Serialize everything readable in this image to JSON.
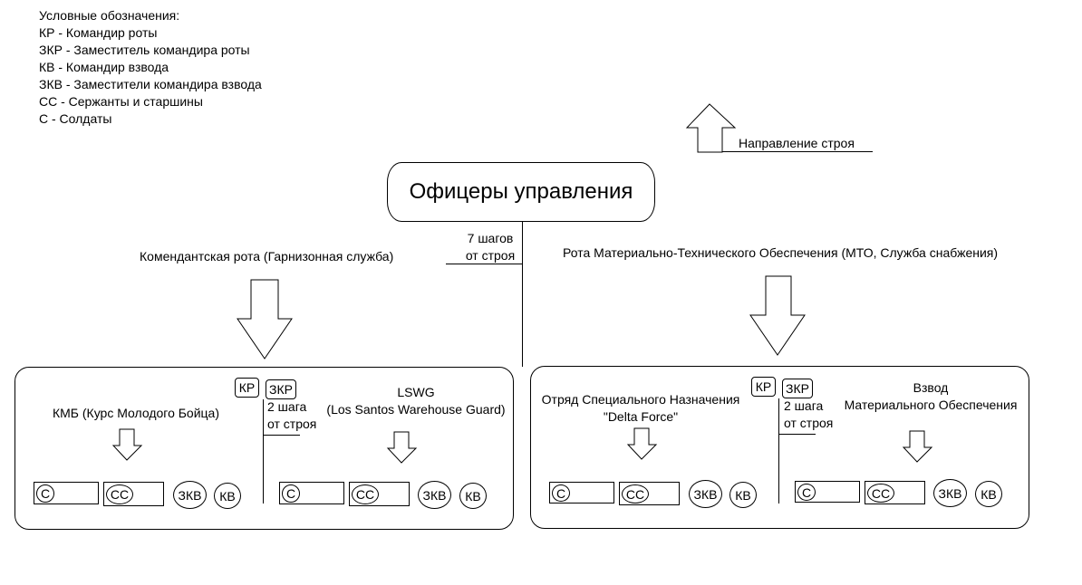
{
  "legend": {
    "title": "Условные обозначения:",
    "items": [
      "КР - Командир роты",
      "ЗКР - Заместитель командира роты",
      "КВ - Командир взвода",
      "ЗКВ - Заместители командира взвода",
      "СС - Сержанты и старшины",
      "С - Солдаты"
    ]
  },
  "direction_label": "Направление строя",
  "officers_label": "Офицеры управления",
  "steps_main": {
    "line1": "7 шагов",
    "line2": "от строя"
  },
  "left_company": {
    "title": "Комендантская рота (Гарнизонная служба)",
    "kr": "КР",
    "zkr": "ЗКР",
    "steps": {
      "line1": "2 шага",
      "line2": "от строя"
    },
    "units": [
      {
        "name_line1": "КМБ (Курс Молодого Бойца)",
        "name_line2": "",
        "s": "С",
        "ss": "СС",
        "zkv": "ЗКВ",
        "kv": "КВ"
      },
      {
        "name_line1": "LSWG",
        "name_line2": "(Los Santos Warehouse Guard)",
        "s": "С",
        "ss": "СС",
        "zkv": "ЗКВ",
        "kv": "КВ"
      }
    ]
  },
  "right_company": {
    "title": "Рота Материально-Технического Обеспечения (МТО, Служба снабжения)",
    "kr": "КР",
    "zkr": "ЗКР",
    "steps": {
      "line1": "2 шага",
      "line2": "от строя"
    },
    "units": [
      {
        "name_line1": "Отряд Специального Назначения",
        "name_line2": "\"Delta Force\"",
        "s": "С",
        "ss": "СС",
        "zkv": "ЗКВ",
        "kv": "КВ"
      },
      {
        "name_line1": "Взвод",
        "name_line2": "Материального Обеспечения",
        "s": "С",
        "ss": "СС",
        "zkv": "ЗКВ",
        "kv": "КВ"
      }
    ]
  }
}
